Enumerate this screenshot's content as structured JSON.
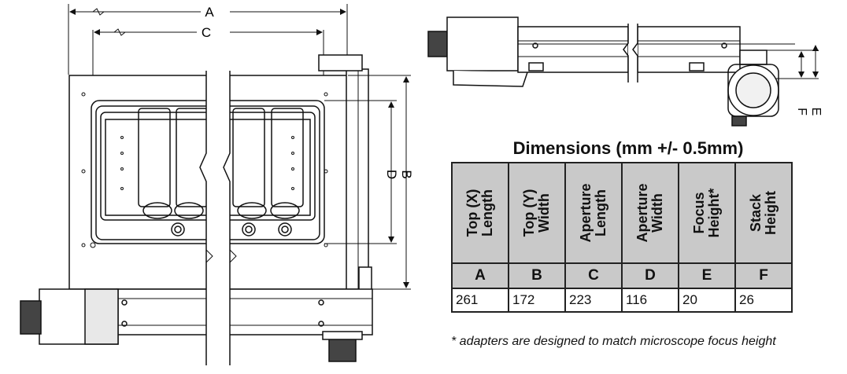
{
  "dimension_labels": {
    "a": "A",
    "b": "B",
    "c": "C",
    "d": "D",
    "e": "E",
    "f": "F"
  },
  "table": {
    "title": "Dimensions (mm +/- 0.5mm)",
    "columns": [
      {
        "header": "Top (X)\nLength",
        "letter": "A",
        "value": "261"
      },
      {
        "header": "Top (Y)\nWidth",
        "letter": "B",
        "value": "172"
      },
      {
        "header": "Aperture\nLength",
        "letter": "C",
        "value": "223"
      },
      {
        "header": "Aperture\nWidth",
        "letter": "D",
        "value": "116"
      },
      {
        "header": "Focus\nHeight*",
        "letter": "E",
        "value": "20"
      },
      {
        "header": "Stack\nHeight",
        "letter": "F",
        "value": "26"
      }
    ]
  },
  "footnote": "* adapters are designed to match microscope focus height"
}
